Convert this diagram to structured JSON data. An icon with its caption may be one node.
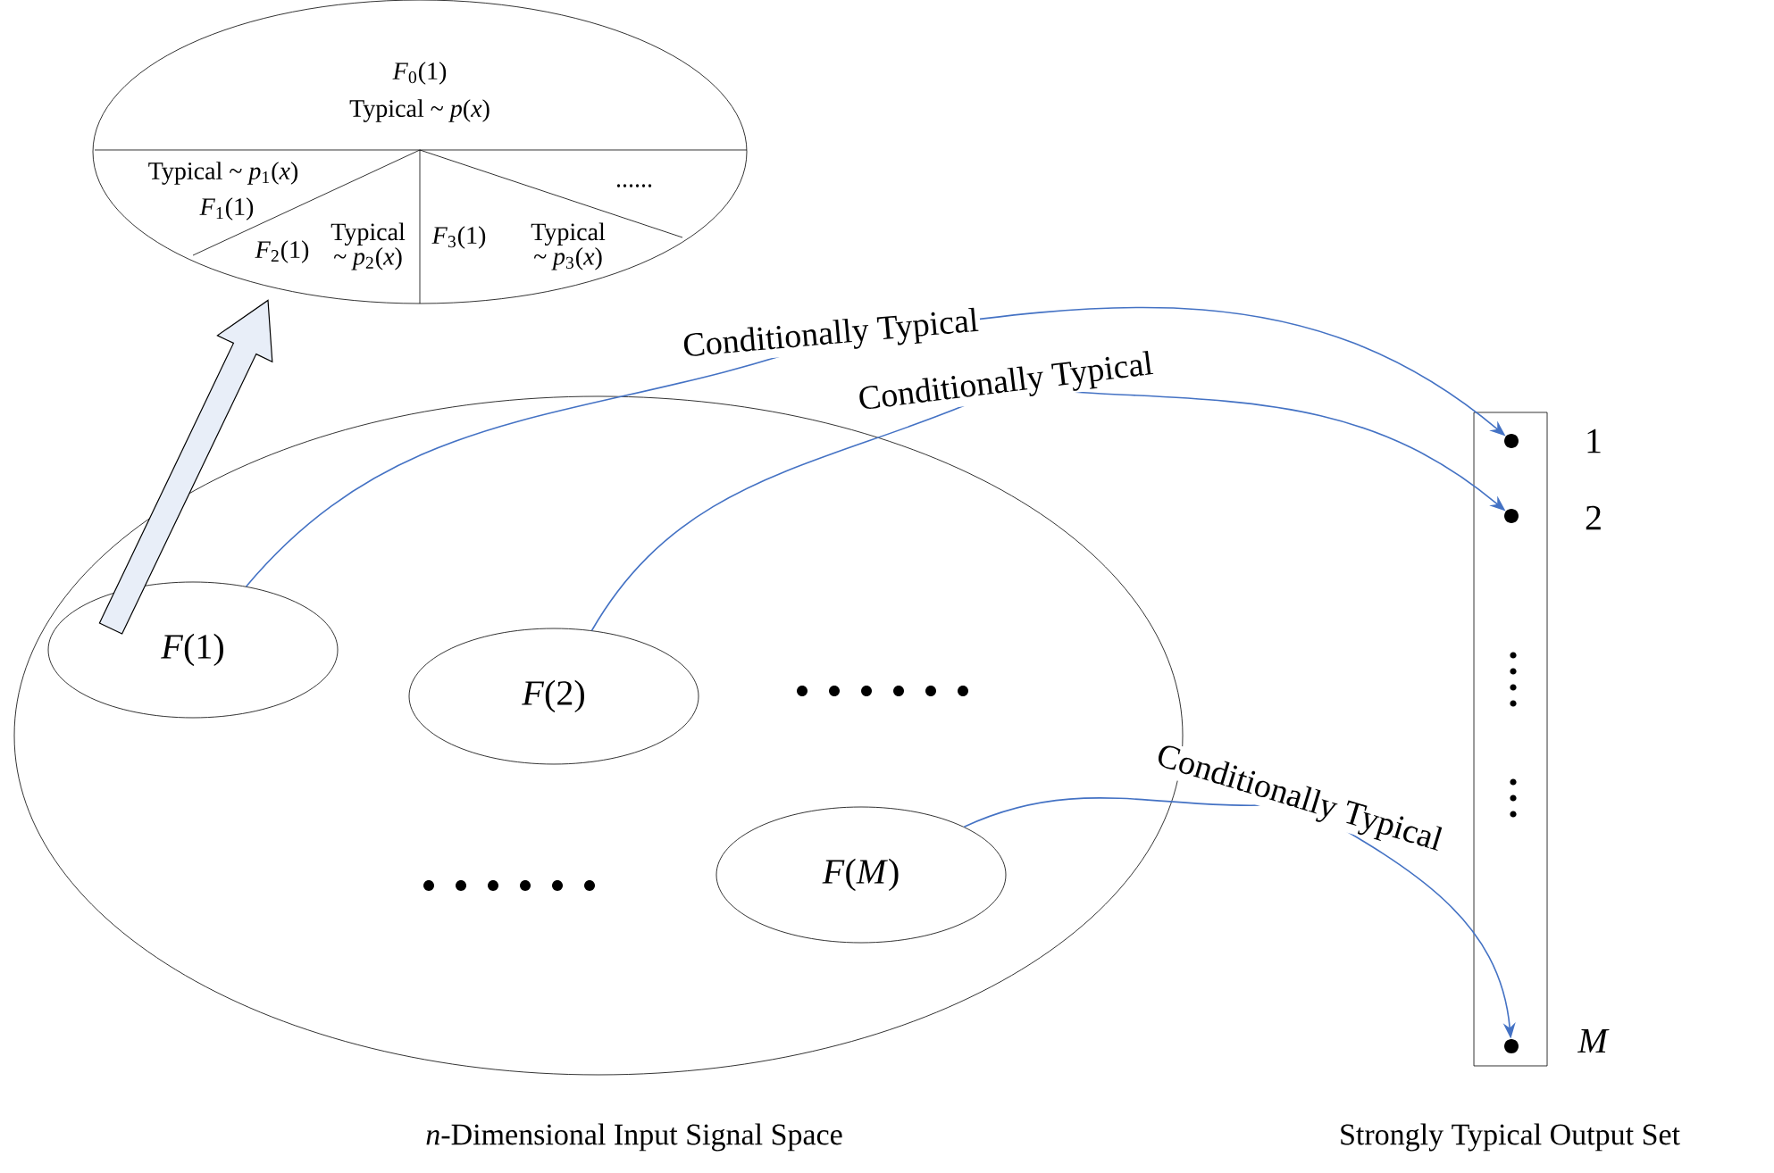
{
  "diagram": {
    "nodes": [
      {
        "text": [
          "*n*-Dimensional Input Signal Space"
        ]
      },
      {
        "text": [
          "*F*(1)"
        ],
        "in": 0
      },
      {
        "text": [
          "*F*(2)"
        ],
        "in": 0
      },
      {
        "text": [
          "*F*(*M*)"
        ],
        "in": 0
      },
      {
        "text": [
          "*F*$_{0}$(1)",
          "Typical ~ *p*(*x*)",
          "Typical ~ *p*$_{1}$(*x*)",
          "*F*$_{1}$(1)",
          "*F*$_{2}$(1)",
          "Typical ~ *p*$_{2}$(*x*)",
          "*F*$_{3}$(1)",
          "Typical ~ *p*$_{3}$(*x*)",
          "......"
        ]
      },
      {
        "text": [
          "Strongly Typical Output Set"
        ]
      },
      {
        "text": [],
        "shape": "circle",
        "beside": [
          "1"
        ],
        "in": 5
      },
      {
        "text": [],
        "shape": "circle",
        "beside": [
          "2"
        ],
        "in": 5
      },
      {
        "text": [],
        "shape": "circle",
        "beside": [
          "*M*"
        ],
        "in": 5
      }
    ],
    "edges": [
      {
        "from": 1,
        "to": 4,
        "arrow": "to",
        "style": "thick",
        "color": "#e8eef8"
      },
      {
        "from": 1,
        "to": 6,
        "arrow": "to",
        "label": "Conditionally Typical"
      },
      {
        "from": 2,
        "to": 7,
        "arrow": "to",
        "label": "Conditionally Typical"
      },
      {
        "from": 3,
        "to": 8,
        "arrow": "to",
        "label": "Conditionally Typical"
      }
    ]
  }
}
